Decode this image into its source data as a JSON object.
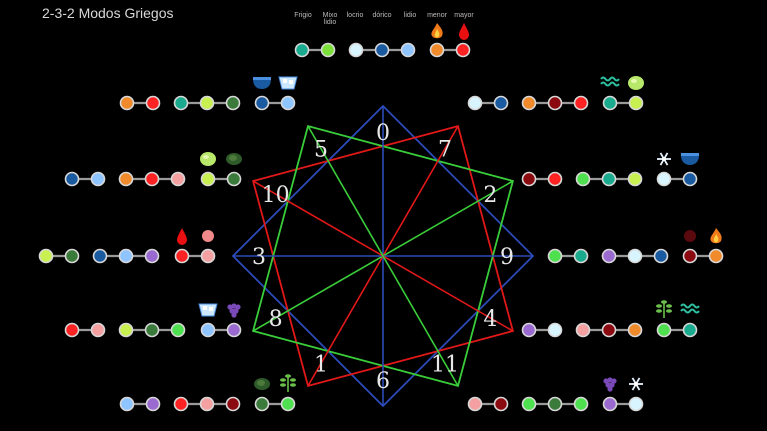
{
  "title": "2-3-2 Modos Griegos",
  "legend": {
    "labels": [
      "Frigio",
      "Mixo\nlidio",
      "locrio",
      "dórico",
      "lidio",
      "menor",
      "mayor"
    ],
    "icons": [
      "flame-icon",
      "blood-drop-icon"
    ],
    "pairs": [
      [
        "#1aaa8e",
        "#7be03a"
      ],
      [
        "#d8f4ff",
        "#1a5aa0",
        "#8ec4ff"
      ],
      [
        "#f08a2a",
        "#ff2222"
      ]
    ]
  },
  "dial": {
    "numbers": [
      "0",
      "7",
      "2",
      "9",
      "4",
      "11",
      "6",
      "1",
      "8",
      "3",
      "10",
      "5"
    ],
    "colors": {
      "blue": "#2a4bb8",
      "red": "#e01818",
      "green": "#3acd3a"
    }
  },
  "rows": [
    {
      "side": "left",
      "groups": [
        [
          "#f08a2a",
          "#ff2222"
        ],
        [
          "#1aaa8e",
          "#c8f050",
          "#3a7a3a"
        ],
        [
          "#1a5aa0",
          "#8ec4ff"
        ]
      ],
      "icons": [
        "water-bowl-icon",
        "ice-water-icon"
      ]
    },
    {
      "side": "left",
      "groups": [
        [
          "#1a5aa0",
          "#8ec4ff"
        ],
        [
          "#f08a2a",
          "#ff2222",
          "#f4a0a0"
        ],
        [
          "#c8f050",
          "#3a7a3a"
        ]
      ],
      "icons": [
        "lime-icon",
        "avocado-icon"
      ]
    },
    {
      "side": "left",
      "groups": [
        [
          "#c8f050",
          "#3a7a3a"
        ],
        [
          "#1a5aa0",
          "#8ec4ff",
          "#9a6ad0"
        ],
        [
          "#ff2222",
          "#f4a0a0"
        ]
      ],
      "icons": [
        "blood-drop-icon",
        "pink-orb-icon"
      ]
    },
    {
      "side": "left",
      "groups": [
        [
          "#ff2222",
          "#f4a0a0"
        ],
        [
          "#c8f050",
          "#3a7a3a",
          "#4ee04e"
        ],
        [
          "#8ec4ff",
          "#9a6ad0"
        ]
      ],
      "icons": [
        "ice-water-icon",
        "grapes-icon"
      ]
    },
    {
      "side": "left",
      "groups": [
        [
          "#8ec4ff",
          "#9a6ad0"
        ],
        [
          "#ff2222",
          "#f4a0a0",
          "#8a0a10"
        ],
        [
          "#3a7a3a",
          "#4ee04e"
        ]
      ],
      "icons": [
        "avocado-icon",
        "herb-icon"
      ]
    },
    {
      "side": "right",
      "groups": [
        [
          "#d8f4ff",
          "#1a5aa0"
        ],
        [
          "#f08a2a",
          "#8a0a10",
          "#ff2222"
        ],
        [
          "#1aaa8e",
          "#c8f050"
        ]
      ],
      "icons": [
        "waves-icon",
        "lime-icon"
      ]
    },
    {
      "side": "right",
      "groups": [
        [
          "#8a0a10",
          "#ff2222"
        ],
        [
          "#4ee04e",
          "#1aaa8e",
          "#c8f050"
        ],
        [
          "#d8f4ff",
          "#1a5aa0"
        ]
      ],
      "icons": [
        "snowflake-icon",
        "water-bowl-icon"
      ]
    },
    {
      "side": "right",
      "groups": [
        [
          "#4ee04e",
          "#1aaa8e"
        ],
        [
          "#9a6ad0",
          "#d8f4ff",
          "#1a5aa0"
        ],
        [
          "#8a0a10",
          "#f08a2a"
        ]
      ],
      "icons": [
        "dark-orb-icon",
        "flame-icon"
      ]
    },
    {
      "side": "right",
      "groups": [
        [
          "#9a6ad0",
          "#d8f4ff"
        ],
        [
          "#f4a0a0",
          "#8a0a10",
          "#f08a2a"
        ],
        [
          "#4ee04e",
          "#1aaa8e"
        ]
      ],
      "icons": [
        "herb-icon",
        "waves-icon"
      ]
    },
    {
      "side": "right",
      "groups": [
        [
          "#f4a0a0",
          "#8a0a10"
        ],
        [
          "#4ee04e",
          "#3a7a3a",
          "#4ee04e"
        ],
        [
          "#9a6ad0",
          "#d8f4ff"
        ]
      ],
      "icons": [
        "grapes-icon",
        "snowflake-icon"
      ]
    }
  ]
}
